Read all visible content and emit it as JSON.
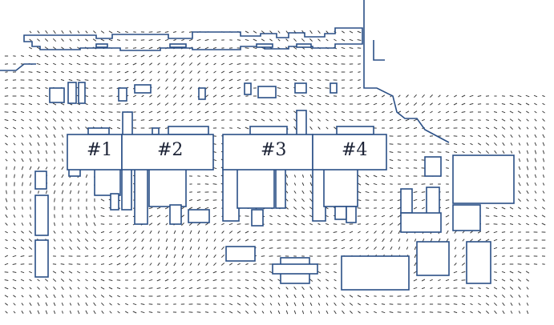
{
  "unit_labels": [
    "#1",
    "#2",
    "#3",
    "#4"
  ],
  "colors": {
    "building_stroke": "#2a4f86",
    "vector_stroke": "#3b3b3b",
    "label": "#1b2235",
    "background": "#ffffff"
  }
}
